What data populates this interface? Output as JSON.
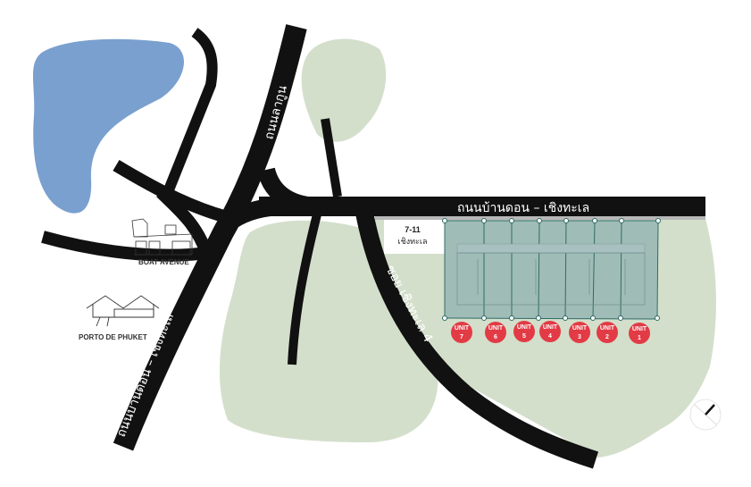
{
  "roads": {
    "main_horizontal": "ถนนบ้านดอน – เชิงทะเล",
    "main_diagonal": "ถนนบ้านดอน – เชิงทะเล",
    "north_road": "ถนนลากูน",
    "soi": "ซอย เชิงทะเล 4"
  },
  "landmarks": {
    "seven_eleven_line1": "7-11",
    "seven_eleven_line2": "เชิงทะเล",
    "boat_avenue": "BOAT AVENUE",
    "porto_de_phuket": "PORTO DE PHUKET"
  },
  "units": [
    {
      "label": "UNIT",
      "number": "7"
    },
    {
      "label": "UNIT",
      "number": "6"
    },
    {
      "label": "UNIT",
      "number": "5"
    },
    {
      "label": "UNIT",
      "number": "4"
    },
    {
      "label": "UNIT",
      "number": "3"
    },
    {
      "label": "UNIT",
      "number": "2"
    },
    {
      "label": "UNIT",
      "number": "1"
    }
  ],
  "colors": {
    "water": "#7aa0cf",
    "green": "#d3dfcb",
    "road": "#111111",
    "unit_badge": "#e23b45",
    "site": "#8fb0b0"
  },
  "icons": {
    "compass": "north-arrow-icon"
  }
}
